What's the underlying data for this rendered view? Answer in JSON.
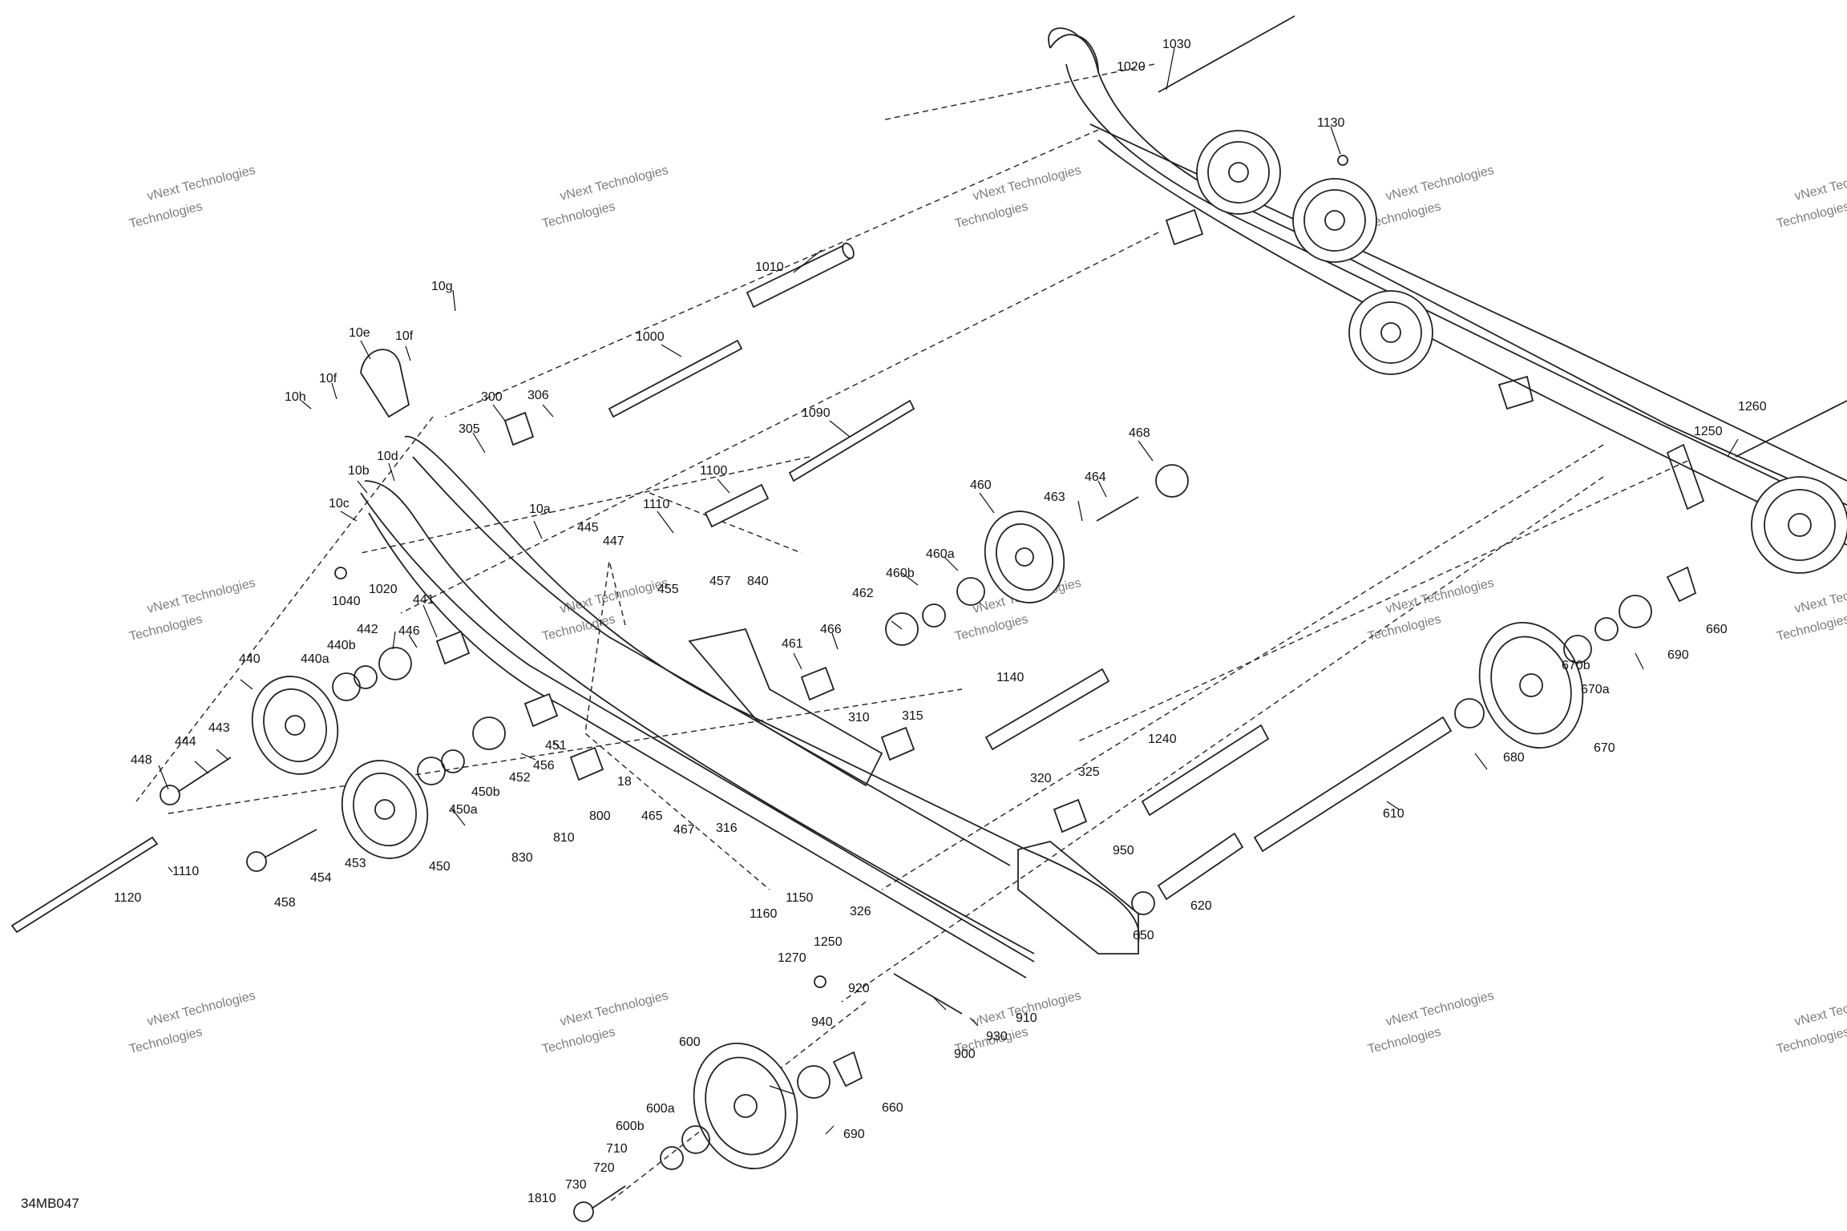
{
  "diagram_code": "34MB047",
  "watermark": {
    "line1": "vNext Technologies",
    "line2": "Technologies"
  },
  "parts": [
    {
      "id": "p1030",
      "label": "1030"
    },
    {
      "id": "p1020a",
      "label": "1020"
    },
    {
      "id": "p1130",
      "label": "1130"
    },
    {
      "id": "p1010",
      "label": "1010"
    },
    {
      "id": "p1000",
      "label": "1000"
    },
    {
      "id": "p1090",
      "label": "1090"
    },
    {
      "id": "p1100",
      "label": "1100"
    },
    {
      "id": "p1110a",
      "label": "1110"
    },
    {
      "id": "p10g",
      "label": "10g"
    },
    {
      "id": "p10e",
      "label": "10e"
    },
    {
      "id": "p10f1",
      "label": "10f"
    },
    {
      "id": "p10f2",
      "label": "10f"
    },
    {
      "id": "p10h",
      "label": "10h"
    },
    {
      "id": "p300",
      "label": "300"
    },
    {
      "id": "p306",
      "label": "306"
    },
    {
      "id": "p305",
      "label": "305"
    },
    {
      "id": "p10d",
      "label": "10d"
    },
    {
      "id": "p10b",
      "label": "10b"
    },
    {
      "id": "p10c",
      "label": "10c"
    },
    {
      "id": "p10a",
      "label": "10a"
    },
    {
      "id": "p1020b",
      "label": "1020"
    },
    {
      "id": "p1040",
      "label": "1040"
    },
    {
      "id": "p445",
      "label": "445"
    },
    {
      "id": "p447",
      "label": "447"
    },
    {
      "id": "p455",
      "label": "455"
    },
    {
      "id": "p457",
      "label": "457"
    },
    {
      "id": "p840",
      "label": "840"
    },
    {
      "id": "p468",
      "label": "468"
    },
    {
      "id": "p460",
      "label": "460"
    },
    {
      "id": "p463",
      "label": "463"
    },
    {
      "id": "p464",
      "label": "464"
    },
    {
      "id": "p460a",
      "label": "460a"
    },
    {
      "id": "p460b",
      "label": "460b"
    },
    {
      "id": "p462",
      "label": "462"
    },
    {
      "id": "p466",
      "label": "466"
    },
    {
      "id": "p461",
      "label": "461"
    },
    {
      "id": "p441",
      "label": "441"
    },
    {
      "id": "p442",
      "label": "442"
    },
    {
      "id": "p446",
      "label": "446"
    },
    {
      "id": "p440b",
      "label": "440b"
    },
    {
      "id": "p440a",
      "label": "440a"
    },
    {
      "id": "p440",
      "label": "440"
    },
    {
      "id": "p443",
      "label": "443"
    },
    {
      "id": "p444",
      "label": "444"
    },
    {
      "id": "p448",
      "label": "448"
    },
    {
      "id": "p451",
      "label": "451"
    },
    {
      "id": "p452",
      "label": "452"
    },
    {
      "id": "p456",
      "label": "456"
    },
    {
      "id": "p450b",
      "label": "450b"
    },
    {
      "id": "p450a",
      "label": "450a"
    },
    {
      "id": "p450",
      "label": "450"
    },
    {
      "id": "p453",
      "label": "453"
    },
    {
      "id": "p454",
      "label": "454"
    },
    {
      "id": "p458",
      "label": "458"
    },
    {
      "id": "p1110b",
      "label": "1110"
    },
    {
      "id": "p1120",
      "label": "1120"
    },
    {
      "id": "p18",
      "label": "18"
    },
    {
      "id": "p800",
      "label": "800"
    },
    {
      "id": "p810",
      "label": "810"
    },
    {
      "id": "p830",
      "label": "830"
    },
    {
      "id": "p465",
      "label": "465"
    },
    {
      "id": "p467",
      "label": "467"
    },
    {
      "id": "p310",
      "label": "310"
    },
    {
      "id": "p315",
      "label": "315"
    },
    {
      "id": "p1140",
      "label": "1140"
    },
    {
      "id": "p1240",
      "label": "1240"
    },
    {
      "id": "p320",
      "label": "320"
    },
    {
      "id": "p325",
      "label": "325"
    },
    {
      "id": "p316",
      "label": "316"
    },
    {
      "id": "p1150",
      "label": "1150"
    },
    {
      "id": "p1160",
      "label": "1160"
    },
    {
      "id": "p950",
      "label": "950"
    },
    {
      "id": "p326",
      "label": "326"
    },
    {
      "id": "p1250a",
      "label": "1250"
    },
    {
      "id": "p1270",
      "label": "1270"
    },
    {
      "id": "p920",
      "label": "920"
    },
    {
      "id": "p940",
      "label": "940"
    },
    {
      "id": "p910",
      "label": "910"
    },
    {
      "id": "p930",
      "label": "930"
    },
    {
      "id": "p900",
      "label": "900"
    },
    {
      "id": "p650",
      "label": "650"
    },
    {
      "id": "p620",
      "label": "620"
    },
    {
      "id": "p610",
      "label": "610"
    },
    {
      "id": "p680",
      "label": "680"
    },
    {
      "id": "p670",
      "label": "670"
    },
    {
      "id": "p670a",
      "label": "670a"
    },
    {
      "id": "p670b",
      "label": "670b"
    },
    {
      "id": "p690a",
      "label": "690"
    },
    {
      "id": "p660a",
      "label": "660"
    },
    {
      "id": "p1260",
      "label": "1260"
    },
    {
      "id": "p1250b",
      "label": "1250"
    },
    {
      "id": "p600",
      "label": "600"
    },
    {
      "id": "p690b",
      "label": "690"
    },
    {
      "id": "p660b",
      "label": "660"
    },
    {
      "id": "p600a",
      "label": "600a"
    },
    {
      "id": "p600b",
      "label": "600b"
    },
    {
      "id": "p710",
      "label": "710"
    },
    {
      "id": "p720",
      "label": "720"
    },
    {
      "id": "p730",
      "label": "730"
    },
    {
      "id": "p1810",
      "label": "1810"
    }
  ]
}
